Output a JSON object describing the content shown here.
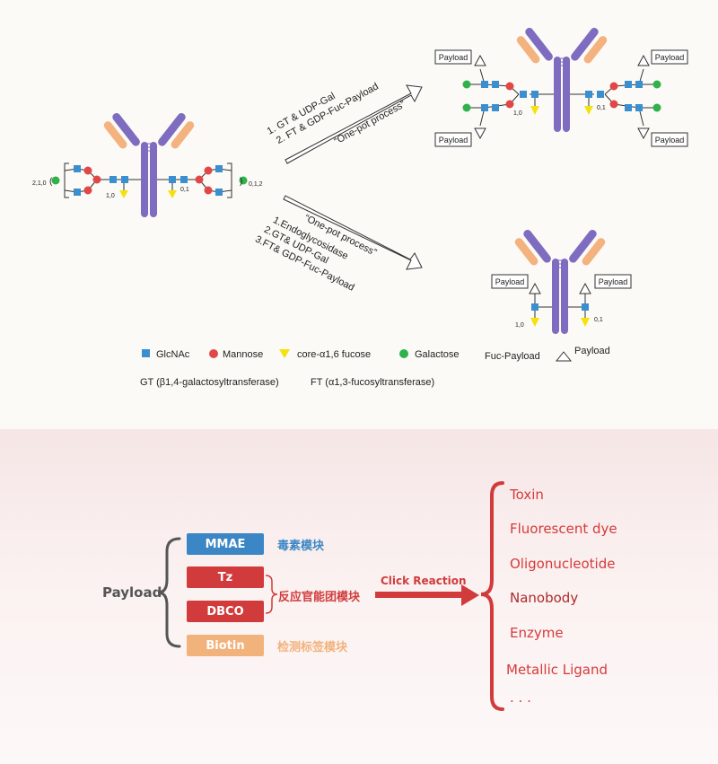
{
  "top": {
    "left_subscript": "2,1,0",
    "right_subscript": "0,1,2",
    "fuc_label_left": "1,0",
    "fuc_label_right": "0,1",
    "payload": "Payload",
    "arrow1": {
      "line1": "1. GT  & UDP-Gal",
      "line2": "2. FT & GDP-Fuc-Payload",
      "line3": "“One-pot process”"
    },
    "arrow2": {
      "line0": "“One-pot process”",
      "line1": "1.Endoglycosidase",
      "line2": "2.GT& UDP-Gal",
      "line3": "3.FT& GDP-Fuc-Payload"
    },
    "legend": {
      "glcnac": "GlcNAc",
      "mannose": "Mannose",
      "fucose": "core-α1,6 fucose",
      "galactose": "Galactose",
      "fuc_payload": "Fuc-Payload",
      "payload": "Payload",
      "gt_def": "GT (β1,4-galactosyltransferase)",
      "ft_def": "FT (α1,3-fucosyltransferase)"
    },
    "colors": {
      "glcnac": "#3a8fd0",
      "mannose": "#e04848",
      "fucose": "#f3e20f",
      "galactose": "#2fb24c",
      "heavy_chain": "#7e6cc0",
      "light_chain": "#f4b27e"
    }
  },
  "bottom": {
    "payload_label": "Payload",
    "modules": [
      {
        "label": "MMAE",
        "color": "#3b86c5"
      },
      {
        "label": "Tz",
        "color": "#d23b3b"
      },
      {
        "label": "DBCO",
        "color": "#d23b3b"
      },
      {
        "label": "Biotin",
        "color": "#f2b27c"
      }
    ],
    "toxin_module": "毒素模块",
    "reactive_module": "反应官能团模块",
    "detection_module": "检测标签模块",
    "click_reaction": "Click Reaction",
    "results": [
      "Toxin",
      "Fluorescent dye",
      "Oligonucleotide",
      "Nanobody",
      "Enzyme",
      "Metallic Ligand",
      ". . ."
    ]
  }
}
